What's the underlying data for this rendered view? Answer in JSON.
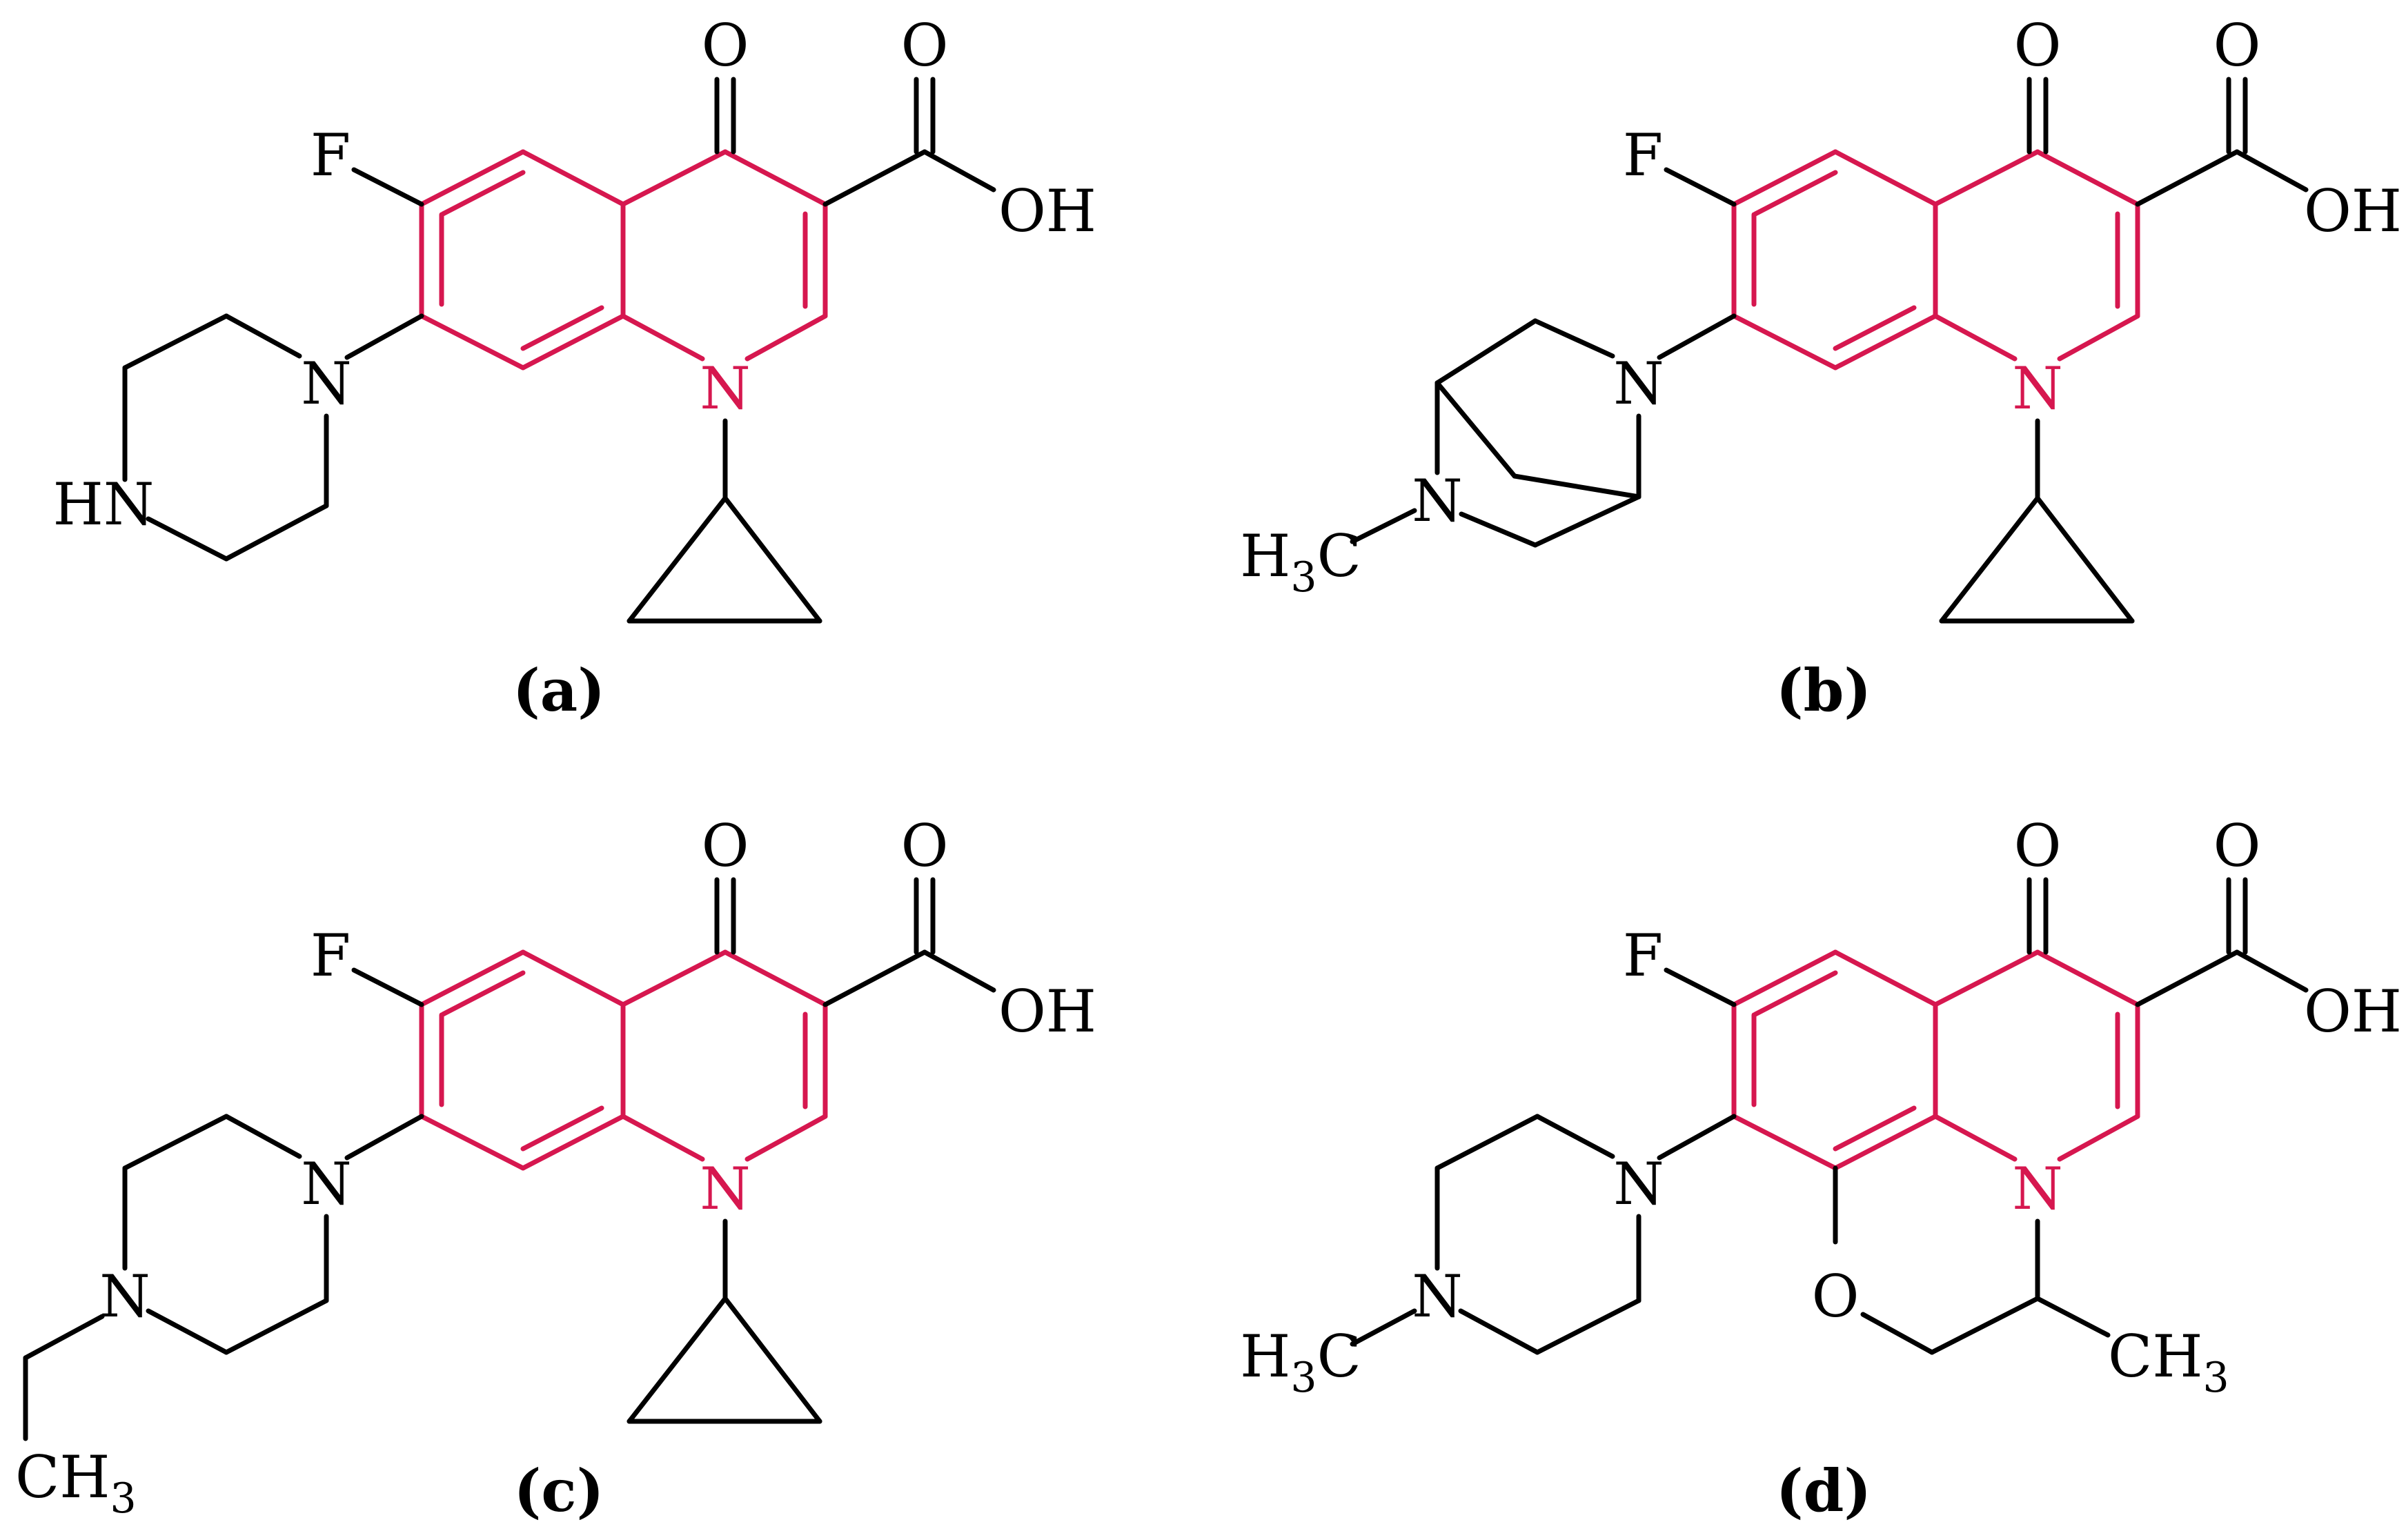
{
  "colors": {
    "core": "#d6174f",
    "bond": "#000000",
    "background": "#ffffff"
  },
  "panels": [
    {
      "id": "a",
      "caption": "(a)",
      "labels": {
        "F": "F",
        "O_keto": "O",
        "O_acid": "O",
        "OH": "OH",
        "N_core": "N",
        "N_pip": "N",
        "HN": "HN"
      }
    },
    {
      "id": "b",
      "caption": "(b)",
      "labels": {
        "F": "F",
        "O_keto": "O",
        "O_acid": "O",
        "OH": "OH",
        "N_core": "N",
        "N_bicyclic": "N",
        "N_methyl": "N",
        "H": "H",
        "sub3": "3",
        "C": "C"
      }
    },
    {
      "id": "c",
      "caption": "(c)",
      "labels": {
        "F": "F",
        "O_keto": "O",
        "O_acid": "O",
        "OH": "OH",
        "N_core": "N",
        "N_pip": "N",
        "N_ethyl": "N",
        "CH": "CH",
        "sub3": "3"
      }
    },
    {
      "id": "d",
      "caption": "(d)",
      "labels": {
        "F": "F",
        "O_keto": "O",
        "O_acid": "O",
        "OH": "OH",
        "N_core": "N",
        "N_pip": "N",
        "N_methyl": "N",
        "H": "H",
        "sub3_left": "3",
        "C": "C",
        "O_ring": "O",
        "CH": "CH",
        "sub3_right": "3"
      }
    }
  ]
}
